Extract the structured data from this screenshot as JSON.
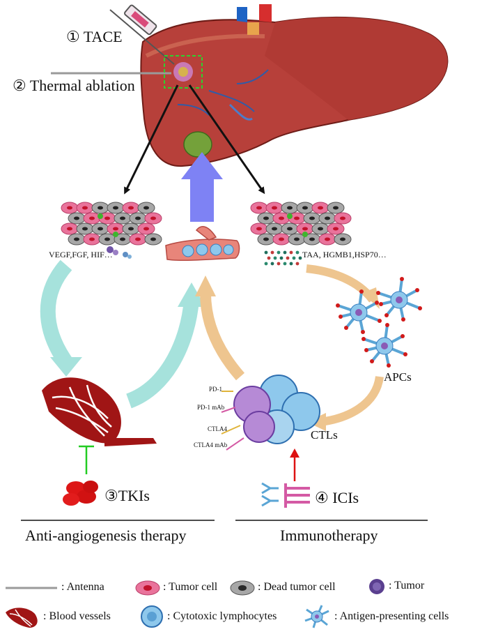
{
  "steps": {
    "tace": "① TACE",
    "thermal": "② Thermal ablation",
    "tkis": "③TKIs",
    "icis": "④ ICIs"
  },
  "factors": {
    "angiogenic": "VEGF,FGF, HIF…",
    "antigens": "TAA, HGMB1,HSP70…"
  },
  "labels": {
    "apcs": "APCs",
    "ctls": "CTLs",
    "pd1": "PD-1",
    "pd1_mab": "PD-1 mAb",
    "ctla4": "CTLA4",
    "ctla4_mab": "CTLA4 mAb"
  },
  "therapies": {
    "left": "Anti-angiogenesis therapy",
    "right": "Immunotherapy"
  },
  "legend": {
    "antenna": ": Antenna",
    "tumor_cell": ": Tumor cell",
    "dead_tumor_cell": ": Dead tumor cell",
    "tumor": ": Tumor",
    "blood_vessels": ": Blood vessels",
    "cytotoxic": ": Cytotoxic lymphocytes",
    "apc": ": Antigen-presenting cells"
  },
  "colors": {
    "liver": "#b7403a",
    "tumor_cell": "#e9739b",
    "dead_cell": "#a7a7a7",
    "vessel": "#b01616",
    "lymphocyte": "#8ec8ec",
    "arrow_teal": "#a6e2dc",
    "arrow_tan": "#eec58f",
    "arrow_blue": "#7e82f4",
    "inhibit_green": "#22cc22",
    "activate_red": "#dd1111"
  }
}
